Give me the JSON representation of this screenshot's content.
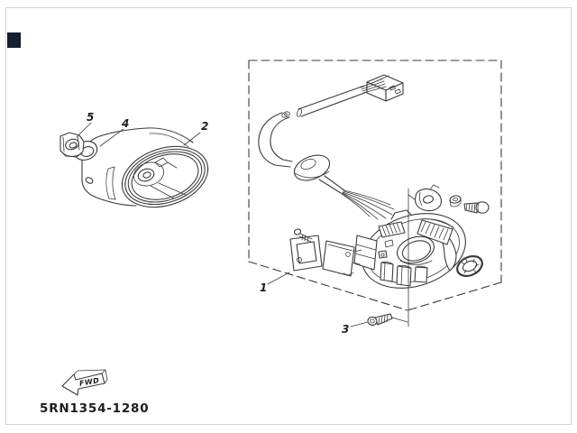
{
  "diagram": {
    "kind": "exploded-parts-diagram",
    "background": "#ffffff",
    "line_color": "#3b3b3b",
    "text_color": "#1e1e1e",
    "frame_color": "#cfd3d8",
    "corner_marker_color": "#141e2e"
  },
  "callouts": [
    {
      "label": "1"
    },
    {
      "label": "2"
    },
    {
      "label": "3"
    },
    {
      "label": "4"
    },
    {
      "label": "5"
    }
  ],
  "fwd_marker": {
    "label": "FWD"
  },
  "footer": {
    "part_number": "5RN1354-1280"
  }
}
